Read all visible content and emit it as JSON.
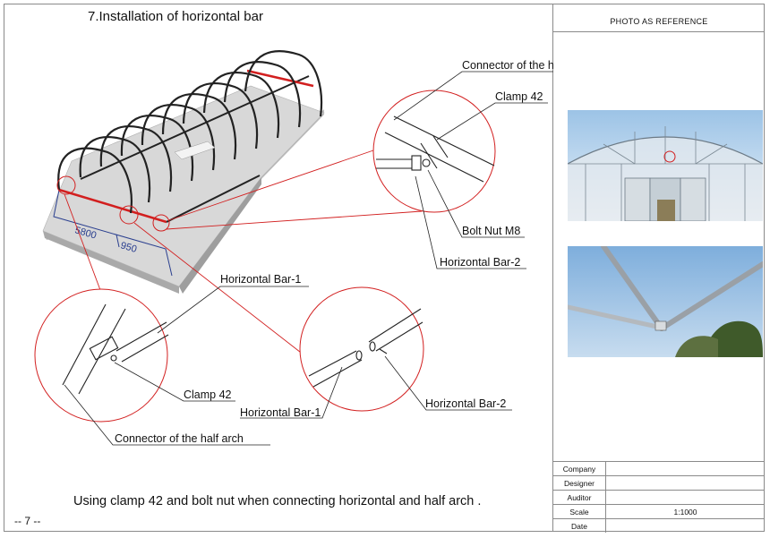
{
  "document": {
    "title": "7.Installation of horizontal bar",
    "caption": "Using clamp 42 and bolt nut when connecting horizontal and half arch .",
    "page_number": "-- 7 --"
  },
  "reference": {
    "title": "PHOTO AS REFERENCE"
  },
  "dimensions": {
    "length": "5800",
    "spacing": "950"
  },
  "labels": {
    "connector_top": "Connector of the half arch",
    "clamp_top": "Clamp 42",
    "bolt_nut": "Bolt Nut M8",
    "hbar2_top": "Horizontal Bar-2",
    "hbar1_mid": "Horizontal Bar-1",
    "clamp_bottom": "Clamp 42",
    "hbar1_bottom": "Horizontal Bar-1",
    "connector_bottom": "Connector of the half arch",
    "hbar2_bottom": "Horizontal Bar-2"
  },
  "title_block": {
    "rows": [
      {
        "label": "Company",
        "value": ""
      },
      {
        "label": "Designer",
        "value": ""
      },
      {
        "label": "Auditor",
        "value": ""
      },
      {
        "label": "Scale",
        "value": "1:1000"
      },
      {
        "label": "Date",
        "value": ""
      }
    ]
  },
  "colors": {
    "accent_red": "#d21f1f",
    "dimension_blue": "#2a3f8f",
    "sky": "#9cc3e6"
  }
}
